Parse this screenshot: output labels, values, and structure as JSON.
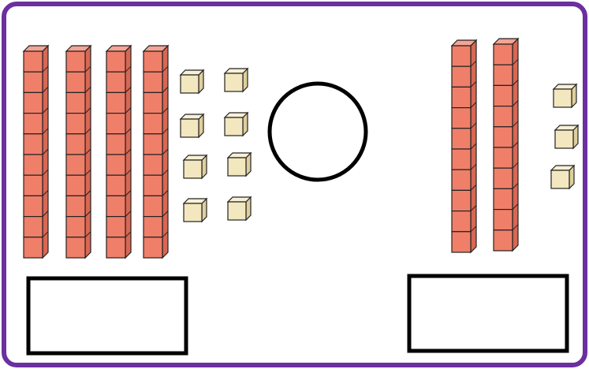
{
  "colors": {
    "frame_border": "#6b2fa0",
    "ten_rod_fill": "#f07f6a",
    "ten_rod_shade": "#d86753",
    "ten_rod_top": "#f5a493",
    "one_cube_fill": "#f3e7bf",
    "one_cube_shade": "#dfcf9e",
    "one_cube_top": "#f8f0d6",
    "outline": "#222222",
    "answer_box_border": "#000000",
    "compare_circle_border": "#000000"
  },
  "left_group": {
    "tens_rods": 4,
    "ones_cubes": 8,
    "value": 48
  },
  "right_group": {
    "tens_rods": 2,
    "ones_cubes": 3,
    "value": 23
  },
  "rod_length_units": 10,
  "comparison_symbol": "",
  "left_answer": "",
  "right_answer": ""
}
